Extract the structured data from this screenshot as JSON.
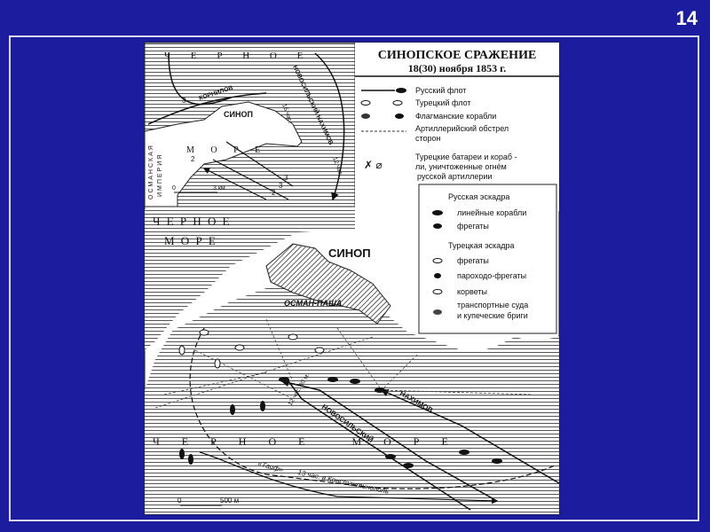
{
  "slide_number": "14",
  "map": {
    "title": "СИНОПСКОЕ СРАЖЕНИЕ",
    "subtitle": "18(30) ноября 1853 г.",
    "legend": [
      {
        "icon": "russian-fleet-arrow-icon",
        "label": "Русский флот"
      },
      {
        "icon": "turkish-fleet-icon",
        "label": "Турецкий флот"
      },
      {
        "icon": "flagship-icon",
        "label": "Флагманские корабли"
      },
      {
        "icon": "artillery-fire-icon",
        "label": "Артиллерийский обстрел",
        "label2": "сторон"
      },
      {
        "icon": "destroyed-battery-icon",
        "label": "Турецкие батареи и кораб -",
        "label2": "ли, уничтоженные огнём",
        "label3": "русской артиллерии"
      }
    ],
    "russian_squadron": {
      "title": "Русская эскадра",
      "items": [
        "линейные корабли",
        "фрегаты"
      ]
    },
    "turkish_squadron": {
      "title": "Турецкая эскадра",
      "items": [
        "фрегаты",
        "пароходо-фрегаты",
        "корветы",
        "транспортные суда",
        "и купеческие бриги"
      ]
    },
    "inset": {
      "sea_top": "Ч Е Р Н О Е",
      "sea_bottom": "М О Р Е",
      "city": "СИНОП",
      "empire": "ОСМАНСКАЯ",
      "empire2": "ИМПЕРИЯ",
      "kornilov": "КОРНИЛОВ",
      "route": "НОВОСИЛЬСКИЙ НАХИМОВ",
      "time12": "12 час.",
      "time16": "16 час.",
      "scale_zero": "0",
      "scale_label": "3 км",
      "nums": [
        "3",
        "2",
        "3",
        "3",
        "2"
      ]
    },
    "main": {
      "sea_top": "Ч Е Р Н О Е",
      "sea_top2": "М О Р Е",
      "city": "СИНОП",
      "osman": "ОСМАН-ПАША",
      "nakhimov": "НАХИМОВ",
      "novosilsky": "НОВОСИЛЬСКИЙ",
      "time": "12 час. 30 м.",
      "sea_bottom": "Ч Е Р Н О Е   М О Р Е",
      "taif": "«Таиф»",
      "taif_route": "13 час. в Константинополь",
      "scale_zero": "0",
      "scale_label": "500 м"
    }
  }
}
